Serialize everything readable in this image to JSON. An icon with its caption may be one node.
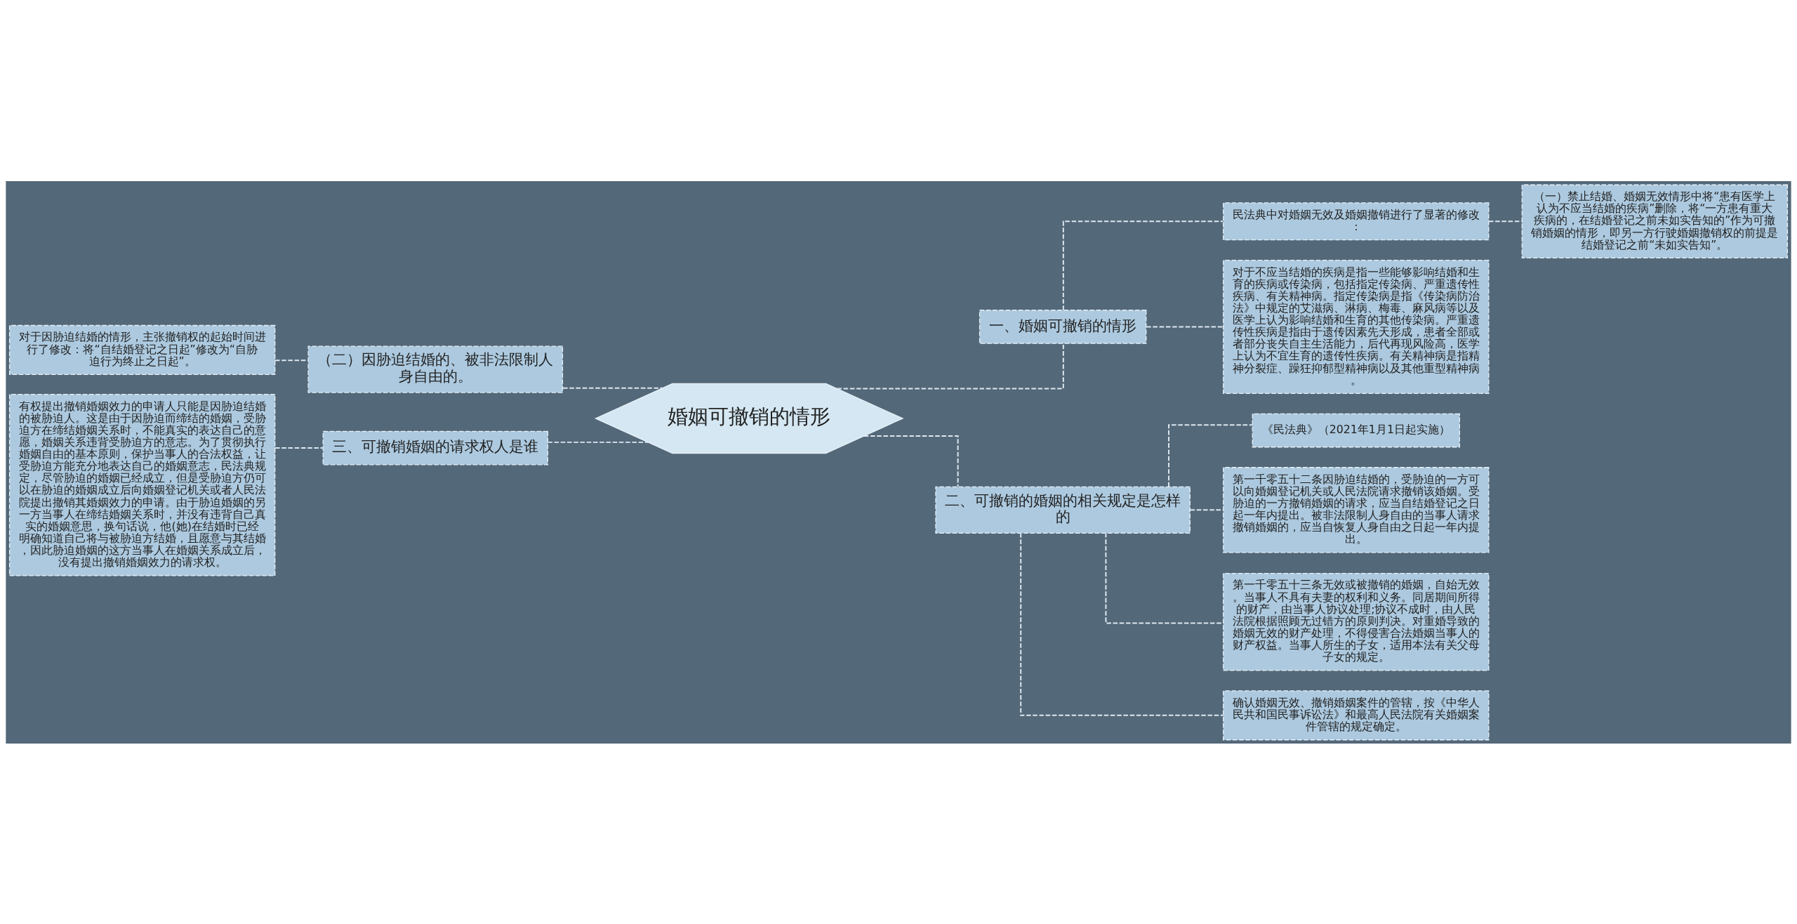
{
  "diagram": {
    "nodes": [
      {
        "text": [
          "婚姻可撤销的情形"
        ]
      },
      {
        "text": [
          "一、婚姻可撤销的情形"
        ]
      },
      {
        "text": [
          "民法典中对婚姻无效及婚姻撤销进行了显著的修改："
        ]
      },
      {
        "text": [
          "（一）禁止结婚、婚姻无效情形中将“患有医学上认为不应当结婚的疾病”删除，将“一方患有重大疾病的，在结婚登记之前未如实告知的”作为可撤销婚姻的情形，即另一方行驶婚姻撤销权的前提是结婚登记之前“未如实告知”。"
        ]
      },
      {
        "text": [
          "对于不应当结婚的疾病是指一些能够影响结婚和生育的疾病或传染病，包括指定传染病、严重遗传性疾病、有关精神病。指定传染病是指《传染病防治法》中规定的艾滋病、淋病、梅毒、麻风病等以及医学上认为影响结婚和生育的其他传染病。严重遗传性疾病是指由于遗传因素先天形成，患者全部或者部分丧失自主生活能力，后代再现风险高，医学上认为不宜生育的遗传性疾病。有关精神病是指精神分裂症、躁狂抑郁型精神病以及其他重型精神病。"
        ]
      },
      {
        "text": [
          "二、可撤销的婚姻的相关规定是怎样的"
        ]
      },
      {
        "text": [
          "《民法典》（2021年1月1日起实施）"
        ]
      },
      {
        "text": [
          "第一千零五十二条因胁迫结婚的，受胁迫的一方可以向婚姻登记机关或人民法院请求撤销该婚姻。受胁迫的一方撤销婚姻的请求，应当自结婚登记之日起一年内提出。被非法限制人身自由的当事人请求撤销婚姻的，应当自恢复人身自由之日起一年内提出。"
        ]
      },
      {
        "text": [
          "第一千零五十三条无效或被撤销的婚姻，自始无效。当事人不具有夫妻的权利和义务。同居期间所得的财产，由当事人协议处理;协议不成时，由人民法院根据照顾无过错方的原则判决。对重婚导致的婚姻无效的财产处理，不得侵害合法婚姻当事人的财产权益。当事人所生的子女，适用本法有关父母子女的规定。"
        ]
      },
      {
        "text": [
          "确认婚姻无效、撤销婚姻案件的管辖，按《中华人民共和国民事诉讼法》和最高人民法院有关婚姻案件管辖的规定确定。"
        ]
      },
      {
        "text": [
          "（二）因胁迫结婚的、被非法限制人身自由的。"
        ]
      },
      {
        "text": [
          "对于因胁迫结婚的情形，主张撤销权的起始时间进行了修改：将“自结婚登记之日起”修改为“自胁迫行为终止之日起”。"
        ]
      },
      {
        "text": [
          "三、可撤销婚姻的请求权人是谁"
        ]
      },
      {
        "text": [
          "有权提出撤销婚姻效力的申请人只能是因胁迫结婚的被胁迫人。这是由于因胁迫而缔结的婚姻，受胁迫方在缔结婚姻关系时，不能真实的表达自己的意愿，婚姻关系违背受胁迫方的意志。为了贯彻执行婚姻自由的基本原则，保护当事人的合法权益，让受胁迫方能充分地表达自己的婚姻意志，民法典规定，尽管胁迫的婚姻已经成立，但是受胁迫方仍可以在胁迫的婚姻成立后向婚姻登记机关或者人民法院提出撤销其婚姻效力的申请。由于胁迫婚姻的另一方当事人在缔结婚姻关系时，并没有违背自己真实的婚姻意思，换句话说，他(她)在结婚时已经明确知道自己将与被胁迫方结婚，且愿意与其结婚，因此胁迫婚姻的这方当事人在婚姻关系成立后，没有提出撤销婚姻效力的请求权。"
        ]
      }
    ],
    "edges": [
      {
        "from": 0,
        "to": 1,
        "arrow": "none",
        "style": "dashed"
      },
      {
        "from": 1,
        "to": 2,
        "arrow": "none",
        "style": "dashed"
      },
      {
        "from": 2,
        "to": 3,
        "arrow": "none",
        "style": "dashed"
      },
      {
        "from": 1,
        "to": 4,
        "arrow": "none",
        "style": "dashed"
      },
      {
        "from": 0,
        "to": 5,
        "arrow": "none",
        "style": "dashed"
      },
      {
        "from": 5,
        "to": 6,
        "arrow": "none",
        "style": "dashed"
      },
      {
        "from": 5,
        "to": 7,
        "arrow": "none",
        "style": "dashed"
      },
      {
        "from": 5,
        "to": 8,
        "arrow": "none",
        "style": "dashed"
      },
      {
        "from": 5,
        "to": 9,
        "arrow": "none",
        "style": "dashed"
      },
      {
        "from": 0,
        "to": 10,
        "arrow": "none",
        "style": "dashed"
      },
      {
        "from": 10,
        "to": 11,
        "arrow": "none",
        "style": "dashed"
      },
      {
        "from": 0,
        "to": 12,
        "arrow": "none",
        "style": "dashed"
      },
      {
        "from": 12,
        "to": 13,
        "arrow": "none",
        "style": "dashed"
      }
    ]
  }
}
